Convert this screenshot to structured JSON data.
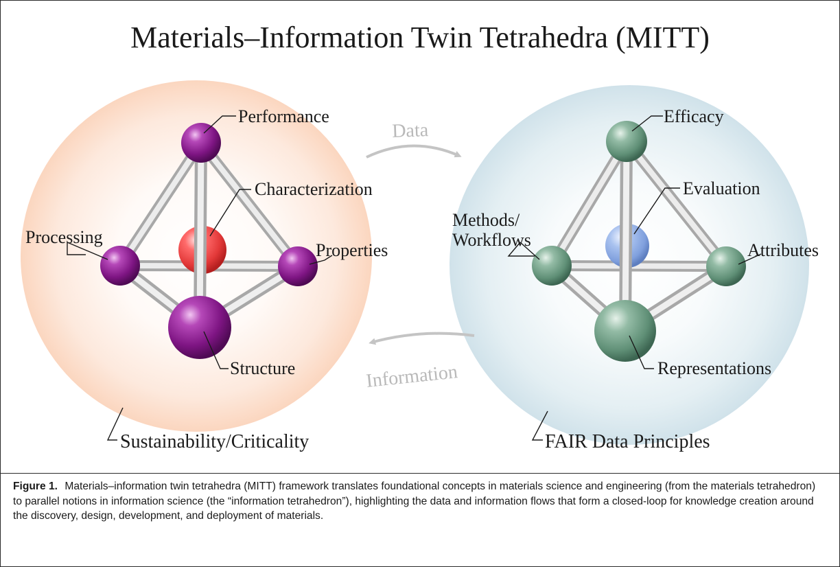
{
  "title": "Materials–Information Twin Tetrahedra (MITT)",
  "materials_tetrahedron": {
    "top": "Performance",
    "center": "Characterization",
    "left": "Processing",
    "right": "Properties",
    "bottom": "Structure",
    "sphere_label": "Sustainability/Criticality",
    "colors": {
      "vertex": "#8a1c8e",
      "center": "#f04848",
      "halo": "#fbd9c4"
    }
  },
  "information_tetrahedron": {
    "top": "Efficacy",
    "center": "Evaluation",
    "left_line1": "Methods/",
    "left_line2": "Workflows",
    "right": "Attributes",
    "bottom": "Representations",
    "sphere_label": "FAIR Data Principles",
    "colors": {
      "vertex": "#6e9e85",
      "center": "#92b1e3",
      "halo": "#d4e5ec"
    }
  },
  "flows": {
    "top": "Data",
    "bottom": "Information"
  },
  "caption": {
    "label": "Figure 1.",
    "text": "Materials–information twin tetrahedra (MITT) framework translates foundational concepts in materials science and engineering (from the materials tetrahedron) to parallel notions in information science (the “information tetrahedron”), highlighting the data and information flows that form a closed-loop for knowledge creation around the discovery, design, development, and deployment of materials."
  }
}
